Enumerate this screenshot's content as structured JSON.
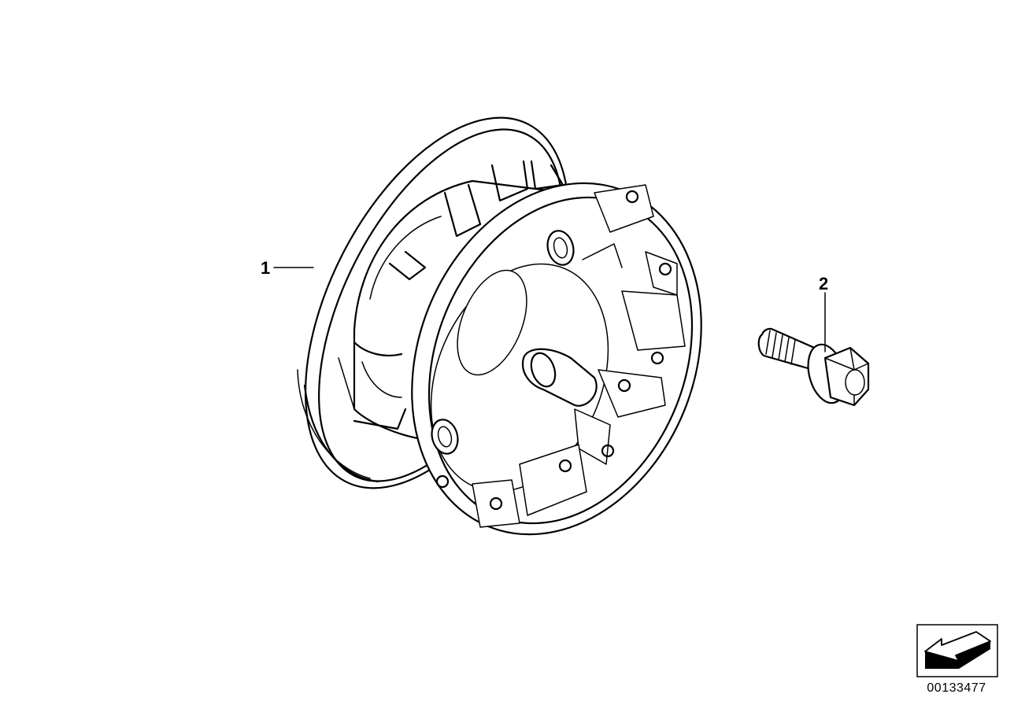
{
  "callouts": [
    {
      "id": "callout-1",
      "label": "1"
    },
    {
      "id": "callout-2",
      "label": "2"
    }
  ],
  "diagram_id": "00133477",
  "colors": {
    "line": "#000000",
    "background": "#ffffff"
  },
  "icons": {
    "corner_badge": "arrow-down-left-icon"
  }
}
